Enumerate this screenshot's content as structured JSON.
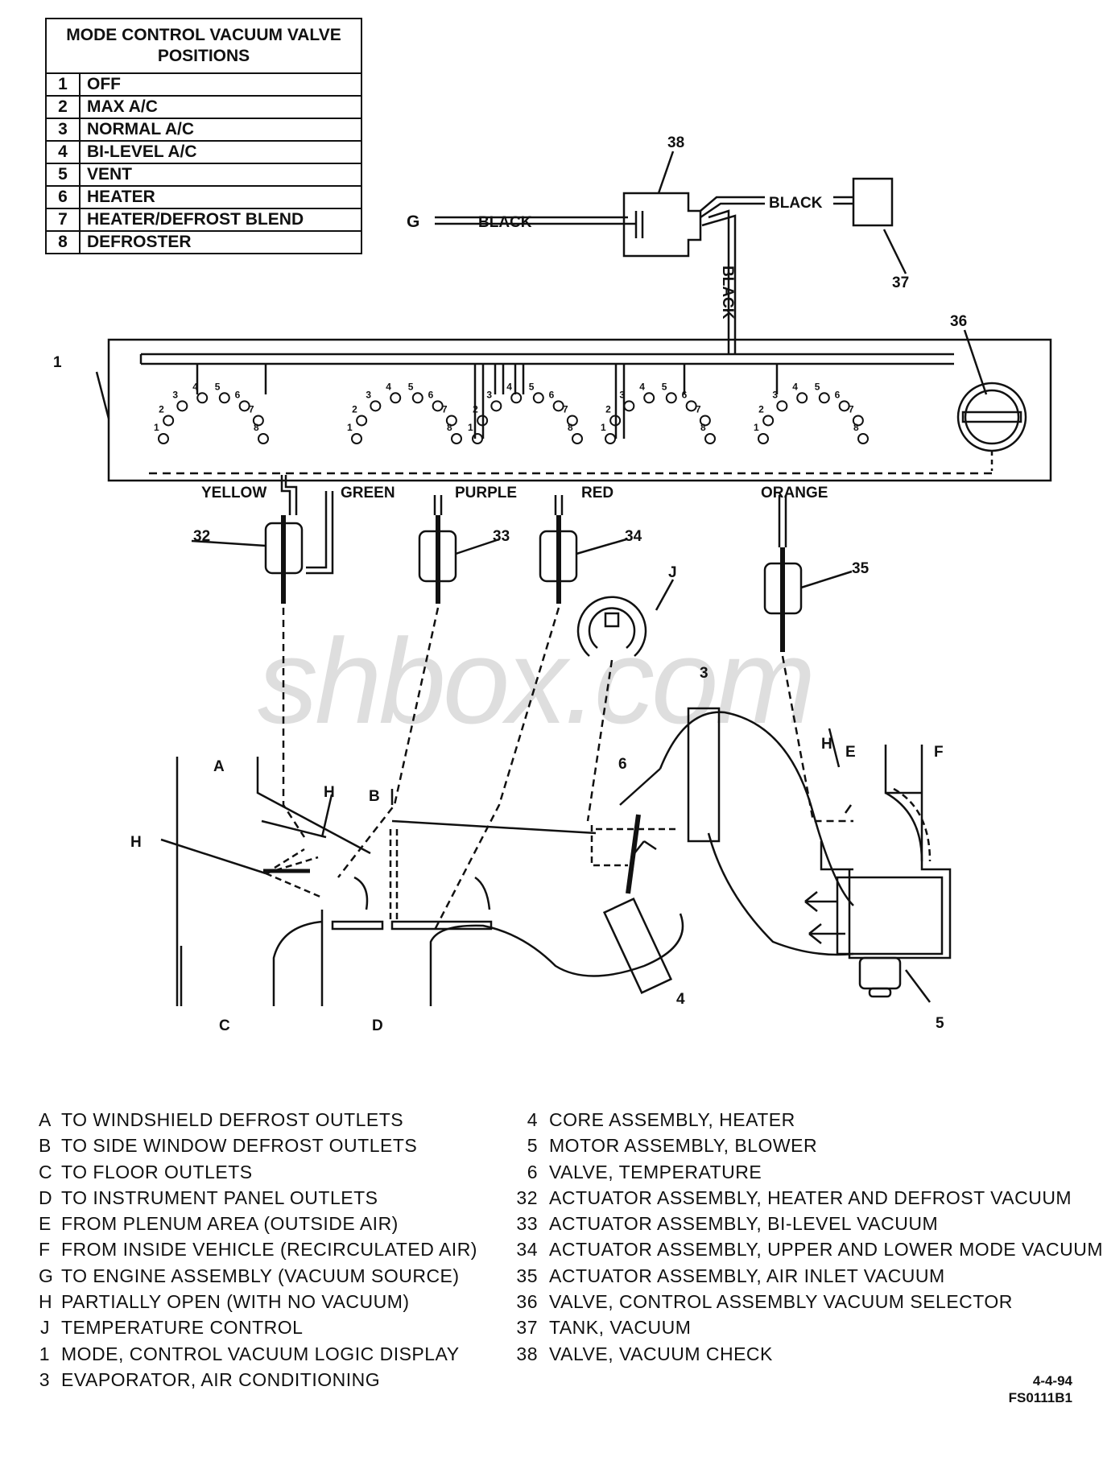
{
  "table": {
    "title": "MODE CONTROL VACUUM VALVE POSITIONS",
    "rows": [
      {
        "num": "1",
        "label": "OFF"
      },
      {
        "num": "2",
        "label": "MAX A/C"
      },
      {
        "num": "3",
        "label": "NORMAL A/C"
      },
      {
        "num": "4",
        "label": "BI-LEVEL A/C"
      },
      {
        "num": "5",
        "label": "VENT"
      },
      {
        "num": "6",
        "label": "HEATER"
      },
      {
        "num": "7",
        "label": "HEATER/DEFROST BLEND"
      },
      {
        "num": "8",
        "label": "DEFROSTER"
      }
    ]
  },
  "hoses": {
    "black": "BLACK",
    "yellow": "YELLOW",
    "green": "GREEN",
    "purple": "PURPLE",
    "red": "RED",
    "orange": "ORANGE"
  },
  "callouts": {
    "g": "G",
    "n1": "1",
    "n3": "3",
    "n4": "4",
    "n5": "5",
    "n6": "6",
    "n32": "32",
    "n33": "33",
    "n34": "34",
    "n35": "35",
    "n36": "36",
    "n37": "37",
    "n38": "38",
    "a": "A",
    "b": "B",
    "c": "C",
    "d": "D",
    "e": "E",
    "f": "F",
    "h1": "H",
    "h2": "H",
    "h3": "H",
    "j": "J"
  },
  "watermark": "shbox.com",
  "legend_left": [
    {
      "key": "A",
      "text": "TO WINDSHIELD DEFROST OUTLETS"
    },
    {
      "key": "B",
      "text": "TO SIDE WINDOW DEFROST OUTLETS"
    },
    {
      "key": "C",
      "text": "TO FLOOR OUTLETS"
    },
    {
      "key": "D",
      "text": "TO INSTRUMENT PANEL OUTLETS"
    },
    {
      "key": "E",
      "text": "FROM PLENUM AREA (OUTSIDE AIR)"
    },
    {
      "key": "F",
      "text": "FROM INSIDE VEHICLE (RECIRCULATED AIR)"
    },
    {
      "key": "G",
      "text": "TO ENGINE ASSEMBLY (VACUUM SOURCE)"
    },
    {
      "key": "H",
      "text": "PARTIALLY OPEN (WITH NO VACUUM)"
    },
    {
      "key": "J",
      "text": "TEMPERATURE CONTROL"
    },
    {
      "key": "1",
      "text": "MODE, CONTROL VACUUM LOGIC DISPLAY"
    },
    {
      "key": "3",
      "text": "EVAPORATOR, AIR CONDITIONING"
    }
  ],
  "legend_right": [
    {
      "key": "4",
      "text": "CORE ASSEMBLY, HEATER"
    },
    {
      "key": "5",
      "text": "MOTOR ASSEMBLY, BLOWER"
    },
    {
      "key": "6",
      "text": "VALVE, TEMPERATURE"
    },
    {
      "key": "32",
      "text": "ACTUATOR ASSEMBLY, HEATER AND DEFROST VACUUM"
    },
    {
      "key": "33",
      "text": "ACTUATOR ASSEMBLY, BI-LEVEL VACUUM"
    },
    {
      "key": "34",
      "text": "ACTUATOR ASSEMBLY, UPPER AND LOWER MODE VACUUM"
    },
    {
      "key": "35",
      "text": "ACTUATOR ASSEMBLY, AIR INLET VACUUM"
    },
    {
      "key": "36",
      "text": "VALVE, CONTROL ASSEMBLY VACUUM SELECTOR"
    },
    {
      "key": "37",
      "text": "TANK, VACUUM"
    },
    {
      "key": "38",
      "text": "VALVE, VACUUM CHECK"
    }
  ],
  "stamp": {
    "date": "4-4-94",
    "code": "FS0111B1"
  }
}
